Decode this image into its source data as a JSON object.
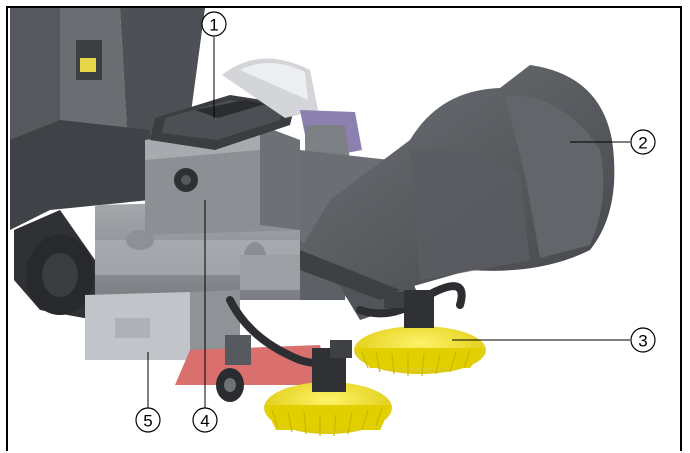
{
  "figure": {
    "subject": "floor-sweeper-illustration",
    "colors": {
      "body_dark": "#4a4c50",
      "body_mid": "#6b6e73",
      "body_light": "#9a9da2",
      "panel_light": "#b9bcc0",
      "brush_yellow": "#f2e20f",
      "brush_shade": "#c9b800",
      "accent_violet": "#8c80b0",
      "skirt_red": "#d9706e",
      "callout_line": "#000000"
    },
    "callouts": [
      {
        "number": "1",
        "target": "filter-box-lid"
      },
      {
        "number": "2",
        "target": "front-hood"
      },
      {
        "number": "3",
        "target": "side-brush"
      },
      {
        "number": "4",
        "target": "dirt-hopper"
      },
      {
        "number": "5",
        "target": "hopper-handle"
      }
    ]
  }
}
